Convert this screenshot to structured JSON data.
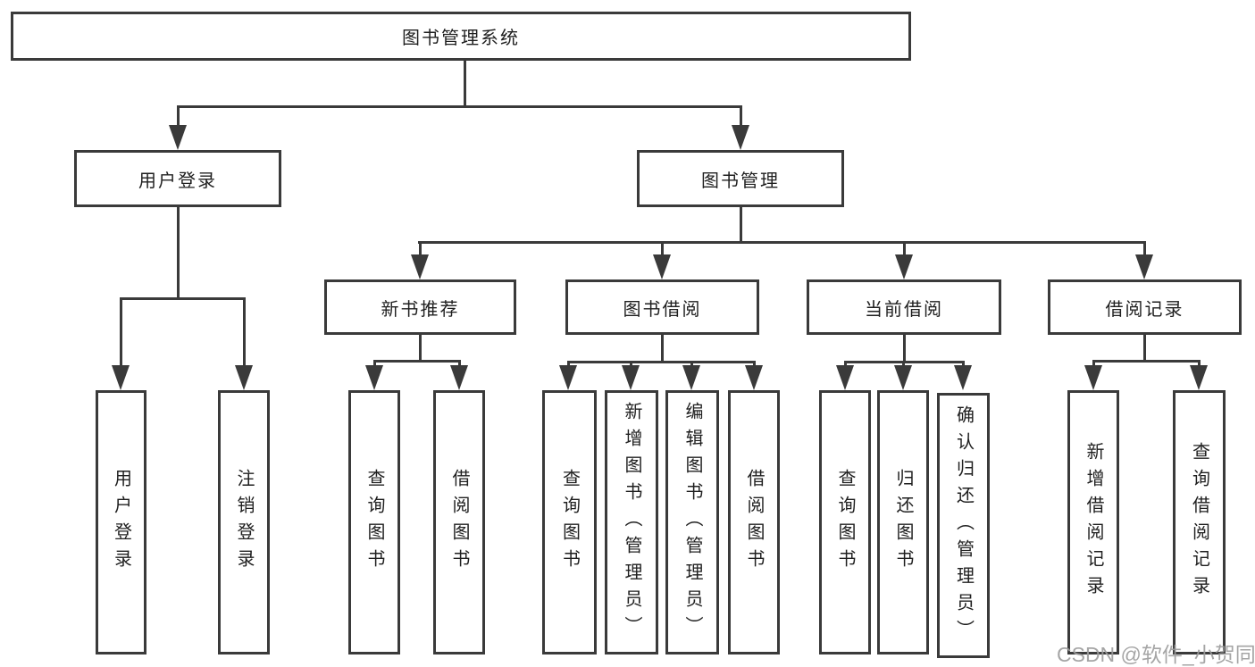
{
  "tree": {
    "root": {
      "label": "图书管理系统",
      "children": [
        {
          "label": "用户登录",
          "children": [
            {
              "label": "用户登录"
            },
            {
              "label": "注销登录"
            }
          ]
        },
        {
          "label": "图书管理",
          "children": [
            {
              "label": "新书推荐",
              "children": [
                {
                  "label": "查询图书"
                },
                {
                  "label": "借阅图书"
                }
              ]
            },
            {
              "label": "图书借阅",
              "children": [
                {
                  "label": "查询图书"
                },
                {
                  "label": "新增图书（管理员）"
                },
                {
                  "label": "编辑图书（管理员）"
                },
                {
                  "label": "借阅图书"
                }
              ]
            },
            {
              "label": "当前借阅",
              "children": [
                {
                  "label": "查询图书"
                },
                {
                  "label": "归还图书"
                },
                {
                  "label": "确认归还（管理员）"
                }
              ]
            },
            {
              "label": "借阅记录",
              "children": [
                {
                  "label": "新增借阅记录"
                },
                {
                  "label": "查询借阅记录"
                }
              ]
            }
          ]
        }
      ]
    }
  },
  "watermark": {
    "text": "CSDN @软件_小贺同学"
  },
  "colors": {
    "line": "#3a3a3a",
    "text": "#1f1f1f",
    "watermark": "#9c9c9c",
    "background": "#ffffff"
  }
}
